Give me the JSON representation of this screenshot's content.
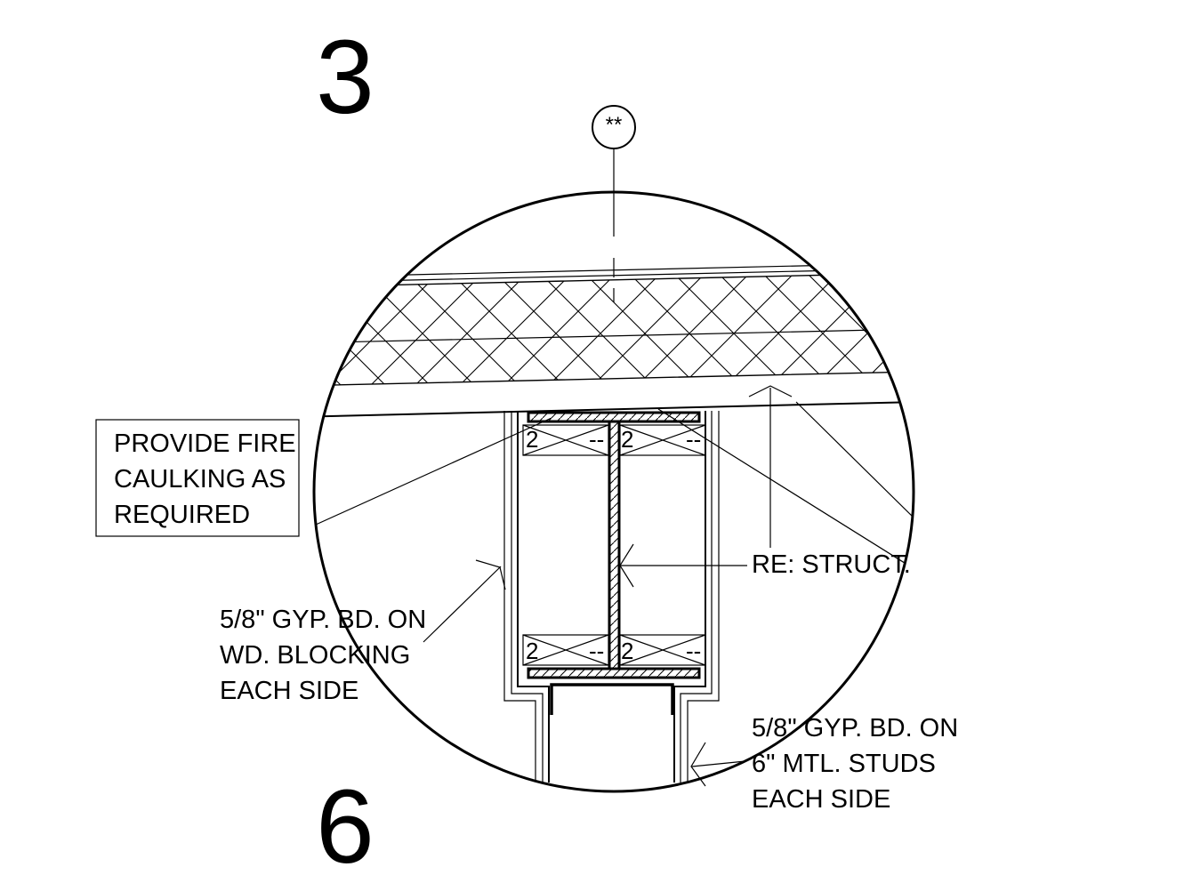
{
  "drawing": {
    "detail_number_top": "3",
    "detail_number_bottom": "6",
    "grid_bubble_label": "**",
    "block_label": "2",
    "block_dash": "--",
    "notes": {
      "fire_caulking": [
        "PROVIDE FIRE",
        "CAULKING AS",
        "REQUIRED"
      ],
      "gyp_blocking": [
        "5/8\" GYP. BD. ON",
        "WD. BLOCKING",
        "EACH SIDE"
      ],
      "re_struct": "RE: STRUCT.",
      "gyp_studs": [
        "5/8\" GYP. BD. ON",
        "6\" MTL. STUDS",
        "EACH SIDE"
      ]
    }
  }
}
